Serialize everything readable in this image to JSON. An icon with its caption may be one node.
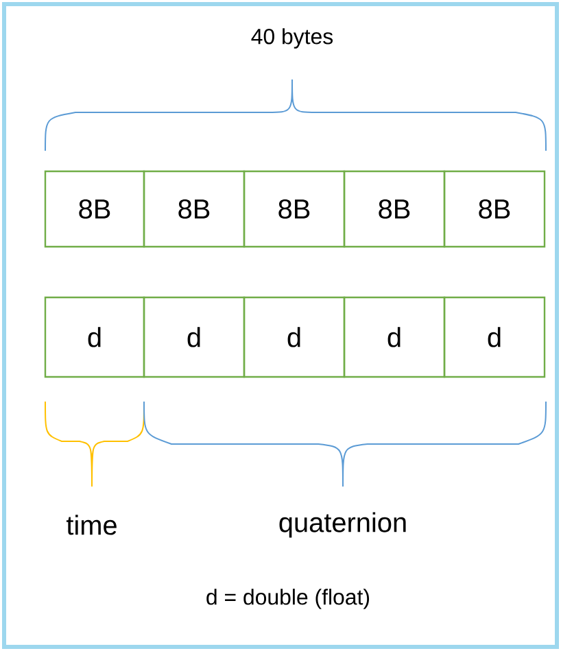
{
  "diagram": {
    "nodes": [
      {
        "text": [
          "8B"
        ]
      },
      {
        "text": [
          "8B"
        ]
      },
      {
        "text": [
          "8B"
        ]
      },
      {
        "text": [
          "8B"
        ]
      },
      {
        "text": [
          "8B"
        ]
      },
      {
        "text": [
          "d"
        ]
      },
      {
        "text": [
          "d"
        ]
      },
      {
        "text": [
          "d"
        ]
      },
      {
        "text": [
          "d"
        ]
      },
      {
        "text": [
          "d"
        ]
      }
    ],
    "labels": [
      "40 bytes",
      "time",
      "quaternion",
      "d = double (float)"
    ]
  }
}
